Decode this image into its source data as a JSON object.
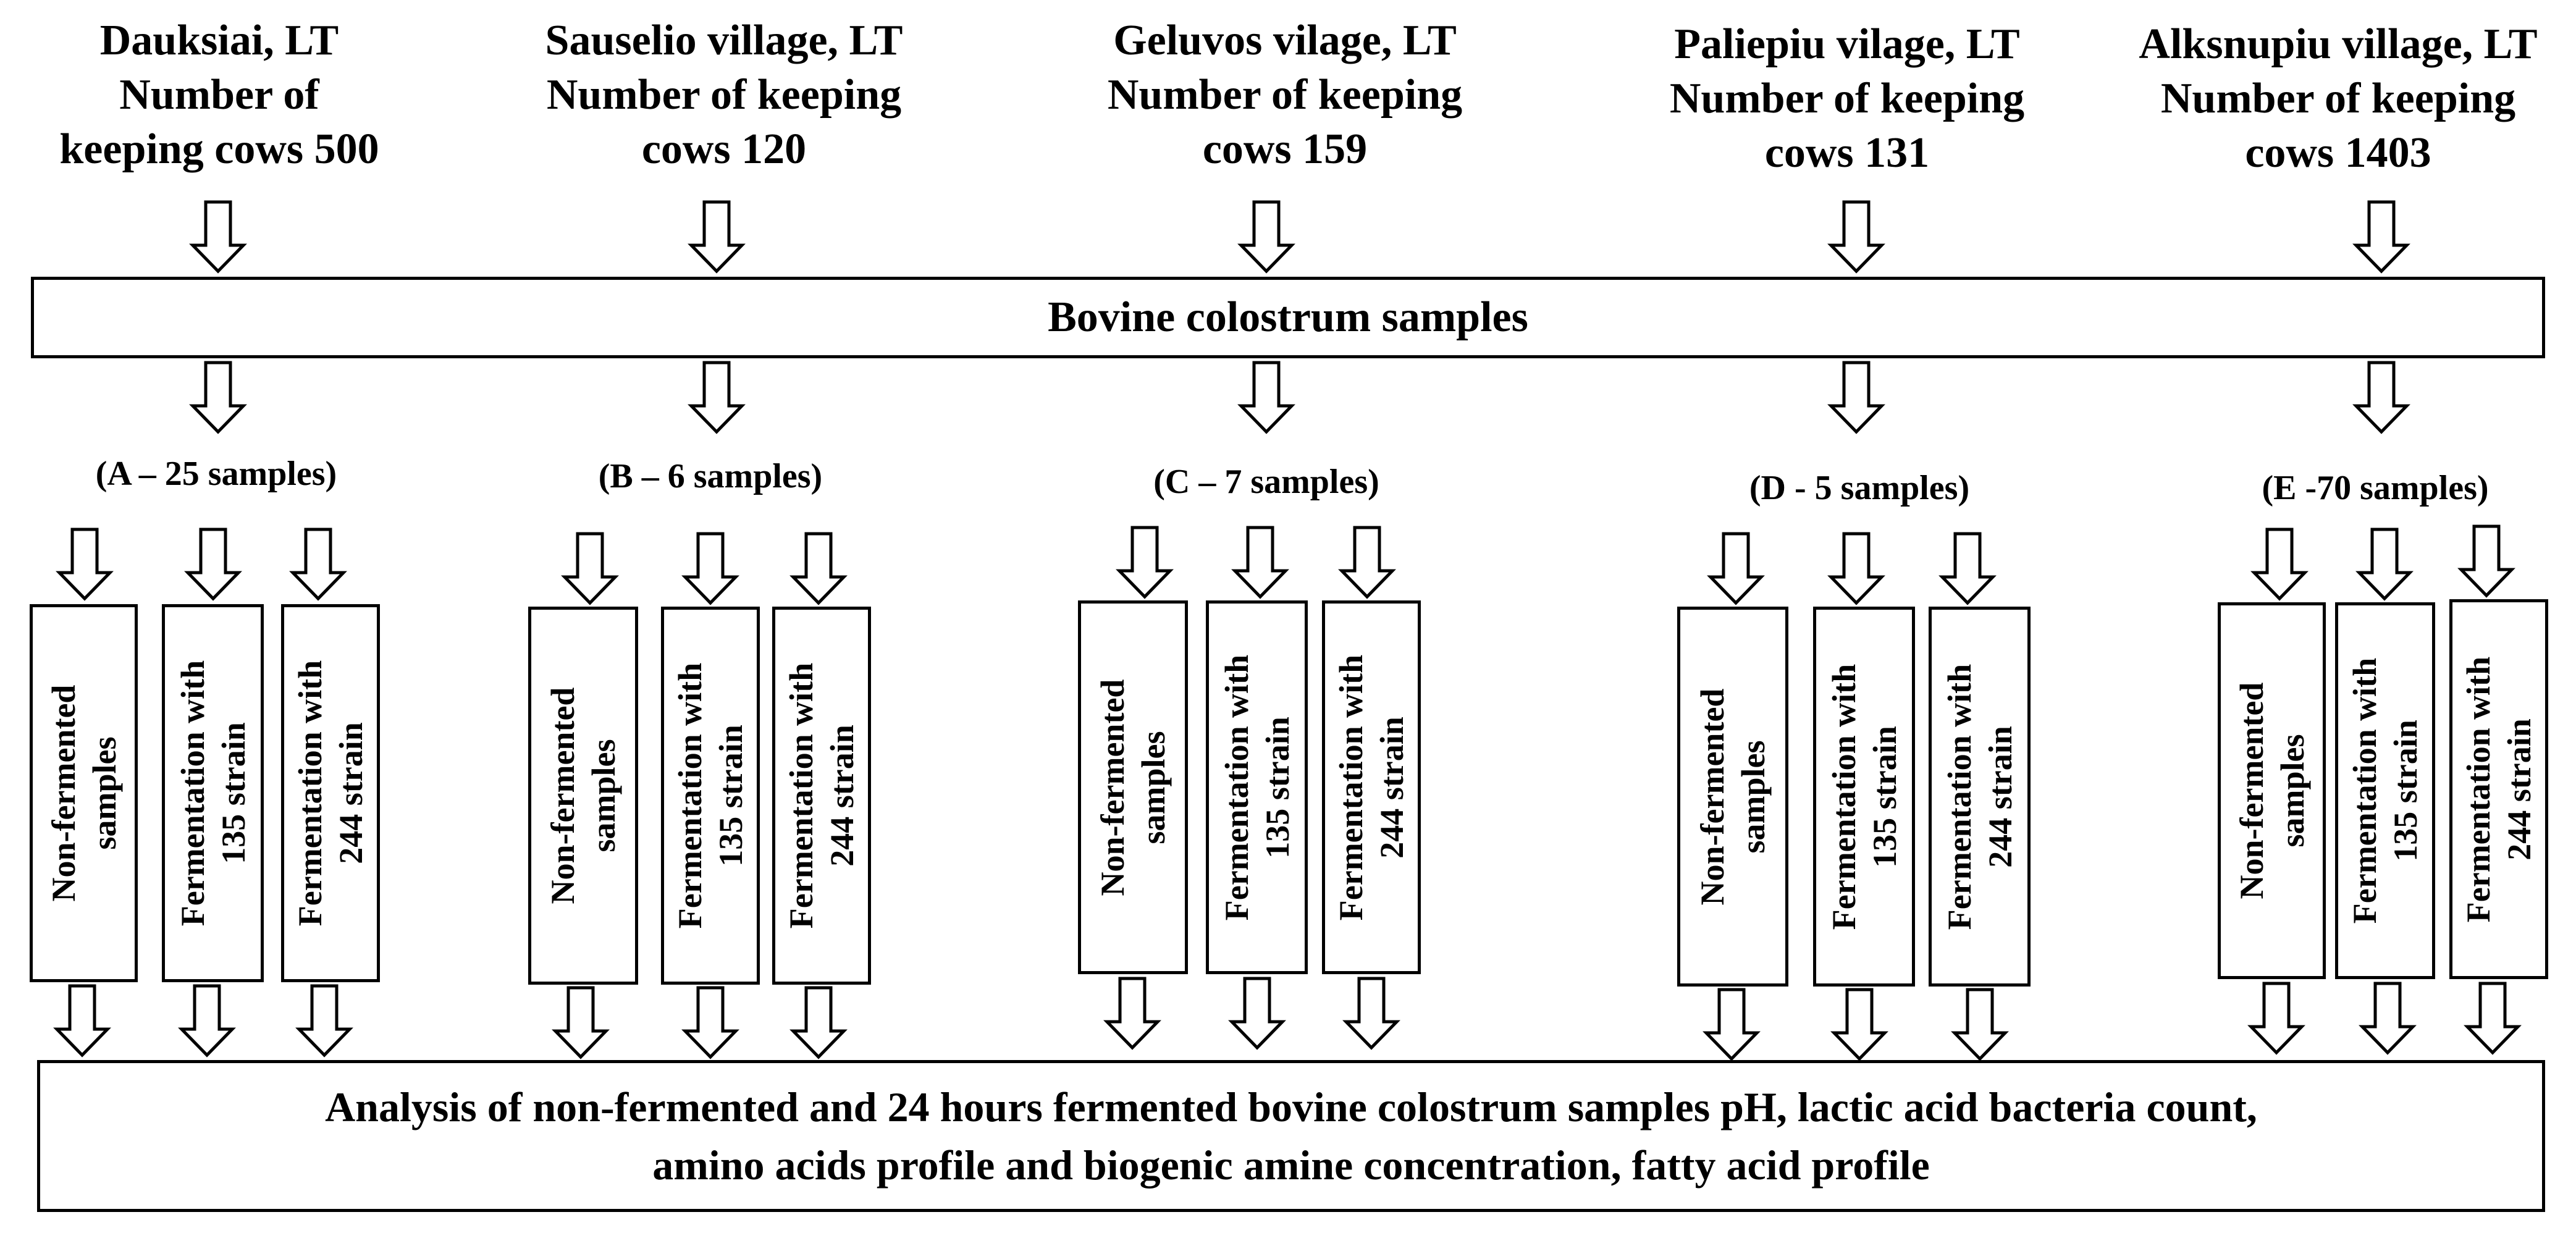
{
  "farms": [
    {
      "id": "A",
      "lines": [
        "Dauksiai, LT",
        "Number of",
        "keeping cows 500"
      ],
      "samples": "(A – 25 samples)"
    },
    {
      "id": "B",
      "lines": [
        "Sauselio village, LT",
        "Number of keeping",
        "cows 120"
      ],
      "samples": "(B – 6 samples)"
    },
    {
      "id": "C",
      "lines": [
        "Geluvos vilage, LT",
        "Number of keeping",
        "cows 159"
      ],
      "samples": "(C – 7 samples)"
    },
    {
      "id": "D",
      "lines": [
        "Paliepiu vilage, LT",
        "Number of keeping",
        "cows 131"
      ],
      "samples": "(D - 5 samples)"
    },
    {
      "id": "E",
      "lines": [
        "Alksnupiu village, LT",
        "Number of keeping",
        "cows 1403"
      ],
      "samples": "(E -70 samples)"
    }
  ],
  "banner": "Bovine colostrum samples",
  "treatments": [
    {
      "id": "non-fermented",
      "lines": [
        "Non-fermented",
        "samples"
      ]
    },
    {
      "id": "fermentation-135",
      "lines": [
        "Fermentation with",
        "135 strain"
      ]
    },
    {
      "id": "fermentation-244",
      "lines": [
        "Fermentation with",
        "244 strain"
      ]
    }
  ],
  "analysis": {
    "line1": "Analysis of non-fermented and 24 hours fermented bovine colostrum samples pH, lactic acid bacteria count,",
    "line2": "amino acids profile and biogenic amine concentration, fatty acid profile"
  }
}
